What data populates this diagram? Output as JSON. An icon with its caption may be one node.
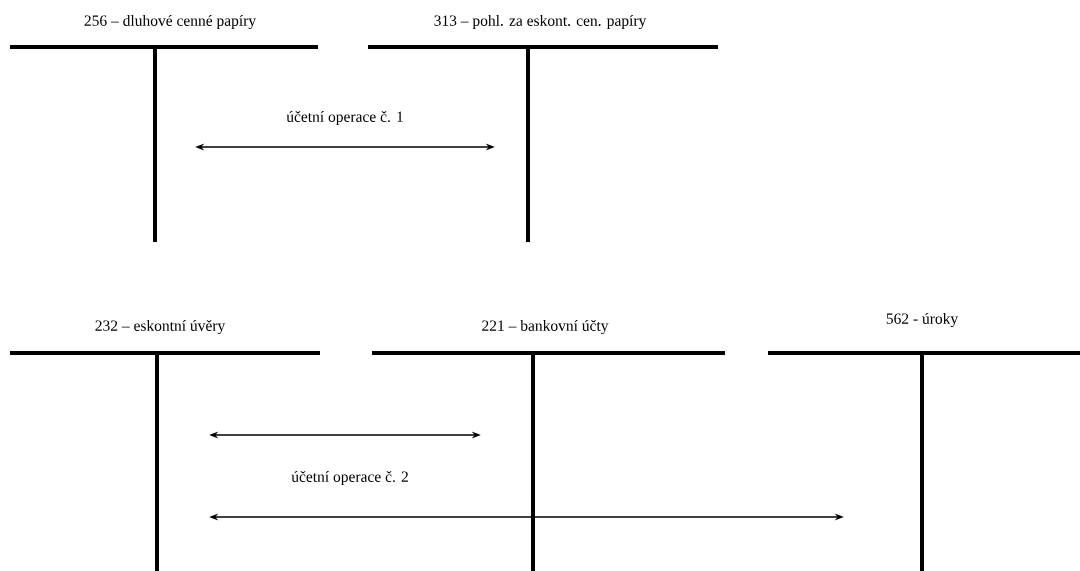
{
  "diagram": {
    "nodes": [
      {
        "text": [
          "256 – dluhové cenné papíry"
        ]
      },
      {
        "text": [
          "313 – pohl. za eskont. cen. papíry"
        ]
      },
      {
        "text": [
          "232 – eskontní úvěry"
        ]
      },
      {
        "text": [
          "221 – bankovní účty"
        ]
      },
      {
        "text": [
          "562 - úroky"
        ]
      }
    ],
    "edges": [
      {
        "from": 0,
        "to": 1,
        "arrow": "both",
        "label": "účetní operace č. 1"
      },
      {
        "from": 2,
        "to": 3,
        "arrow": "both"
      },
      {
        "from": 2,
        "to": 4,
        "arrow": "both",
        "label": "účetní operace č. 2"
      }
    ]
  }
}
